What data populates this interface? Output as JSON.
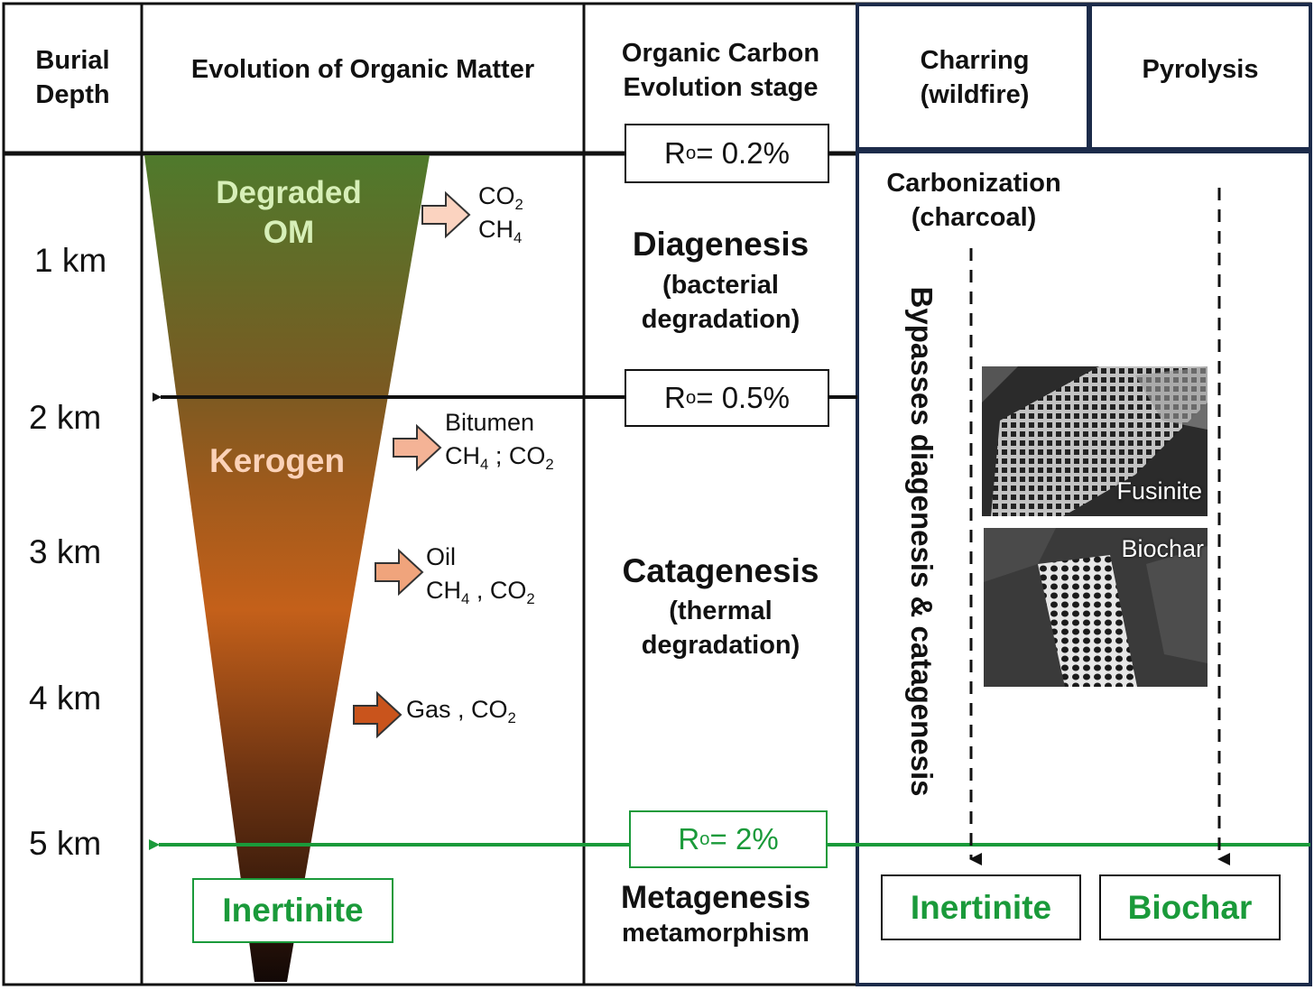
{
  "headers": {
    "burial_depth": [
      "Burial",
      "Depth"
    ],
    "evolution": "Evolution of Organic Matter",
    "oc_stage": [
      "Organic Carbon",
      "Evolution stage"
    ],
    "charring": [
      "Charring",
      "(wildfire)"
    ],
    "pyrolysis": "Pyrolysis"
  },
  "depths": [
    "1 km",
    "2 km",
    "3 km",
    "4 km",
    "5 km"
  ],
  "funnel": {
    "degraded_om": [
      "Degraded",
      "OM"
    ],
    "kerogen": "Kerogen",
    "inertinite": "Inertinite"
  },
  "products": {
    "p1": [
      "CO",
      "2",
      "CH",
      "4"
    ],
    "p2": [
      "Bitumen",
      "CH",
      "4",
      " ; CO",
      "2"
    ],
    "p3": [
      "Oil",
      "CH",
      "4",
      " , CO",
      "2"
    ],
    "p4": [
      "Gas , CO",
      "2"
    ]
  },
  "ro": {
    "r1": [
      "R",
      "o",
      "= 0.2%"
    ],
    "r2": [
      "R",
      "o",
      "= 0.5%"
    ],
    "r3": [
      "R",
      "o",
      "= 2%"
    ]
  },
  "stages": {
    "diagenesis": "Diagenesis",
    "diagenesis_sub": [
      "(bacterial",
      "degradation)"
    ],
    "catagenesis": "Catagenesis",
    "catagenesis_sub": [
      "(thermal",
      "degradation)"
    ],
    "metagenesis": "Metagenesis",
    "metagenesis_sub": "metamorphism"
  },
  "right": {
    "carbonization": [
      "Carbonization",
      "(charcoal)"
    ],
    "bypass": "Bypasses diagenesis & catagenesis",
    "fusinite": "Fusinite",
    "biochar_img": "Biochar",
    "inertinite": "Inertinite",
    "biochar": "Biochar"
  },
  "colors": {
    "green": "#1a9a3a",
    "navy": "#1c2b4a",
    "funnel_top": "#4f7a2c",
    "funnel_mid": "#c4601a",
    "funnel_bottom": "#120806"
  }
}
